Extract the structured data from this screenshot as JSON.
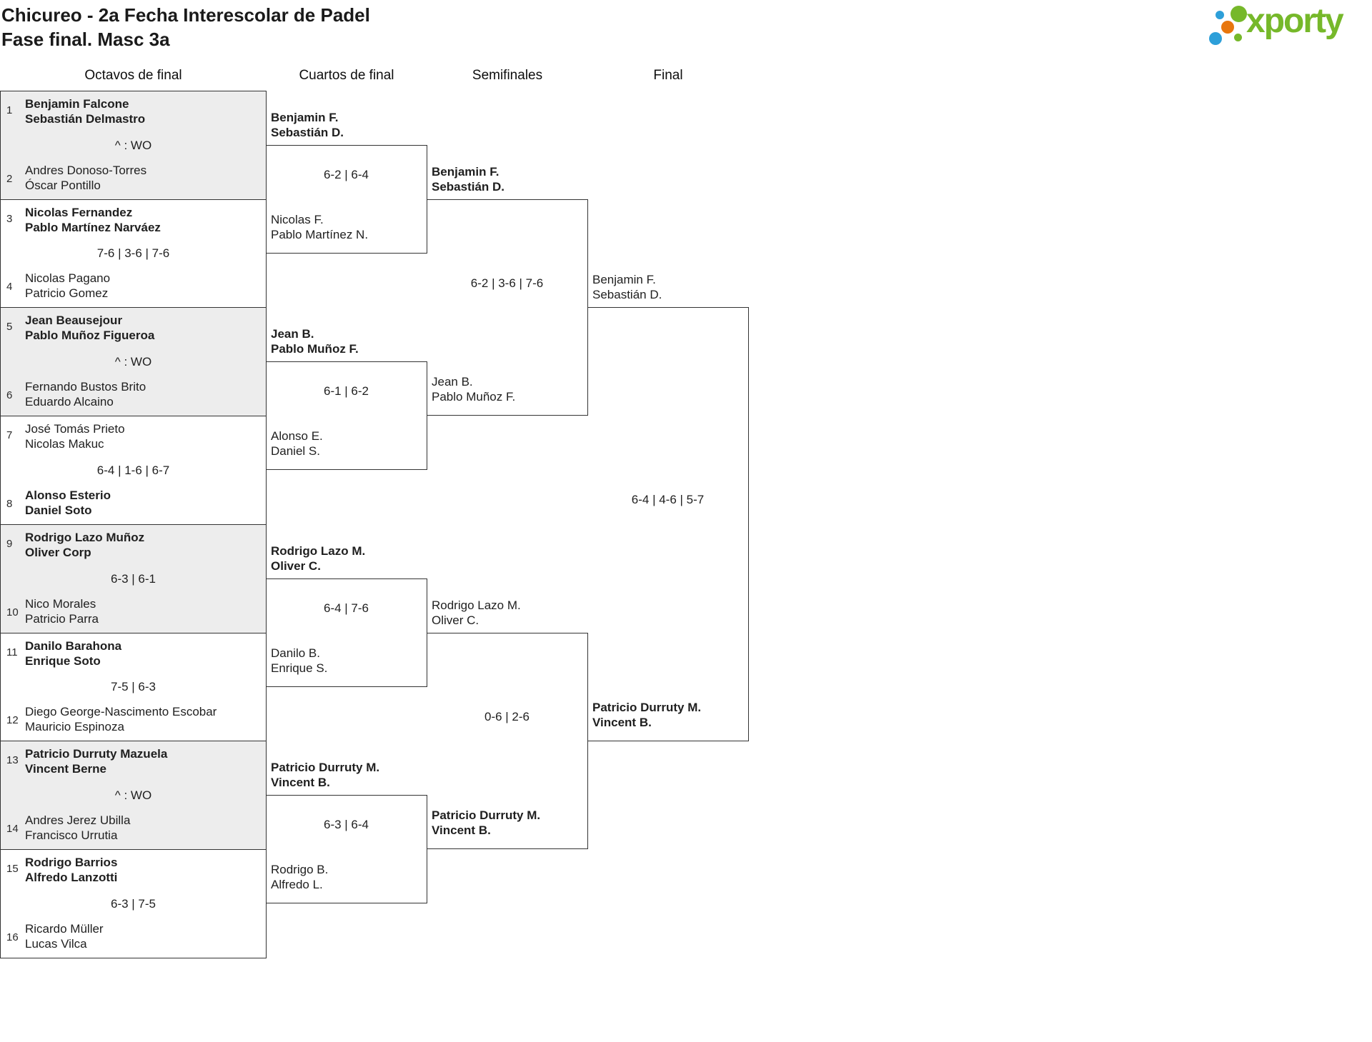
{
  "page_title": {
    "line1": "Chicureo - 2a Fecha Interescolar de Padel",
    "line2": "Fase final. Masc 3a"
  },
  "logo": {
    "text": "xporty",
    "colors": {
      "green": "#76b82a",
      "blue": "#2d9fd9",
      "orange": "#e8760d"
    }
  },
  "round_headers": [
    "Octavos de final",
    "Cuartos de final",
    "Semifinales",
    "Final"
  ],
  "octavos": [
    {
      "seed1": "1",
      "team1": "Benjamin Falcone\nSebastián Delmastro",
      "winner1": true,
      "score": "^ : WO",
      "seed2": "2",
      "team2": "Andres Donoso-Torres\nÓscar Pontillo",
      "winner2": false
    },
    {
      "seed1": "3",
      "team1": "Nicolas Fernandez\nPablo Martínez Narváez",
      "winner1": true,
      "score": "7-6 | 3-6 | 7-6",
      "seed2": "4",
      "team2": "Nicolas Pagano\nPatricio Gomez",
      "winner2": false
    },
    {
      "seed1": "5",
      "team1": "Jean Beausejour\nPablo Muñoz Figueroa",
      "winner1": true,
      "score": "^ : WO",
      "seed2": "6",
      "team2": "Fernando Bustos Brito\nEduardo Alcaino",
      "winner2": false
    },
    {
      "seed1": "7",
      "team1": "José Tomás Prieto\nNicolas Makuc",
      "winner1": false,
      "score": "6-4 | 1-6 | 6-7",
      "seed2": "8",
      "team2": "Alonso Esterio\nDaniel Soto",
      "winner2": true
    },
    {
      "seed1": "9",
      "team1": "Rodrigo Lazo Muñoz\nOliver Corp",
      "winner1": true,
      "score": "6-3 | 6-1",
      "seed2": "10",
      "team2": "Nico Morales\nPatricio Parra",
      "winner2": false
    },
    {
      "seed1": "11",
      "team1": "Danilo Barahona\nEnrique Soto",
      "winner1": true,
      "score": "7-5 | 6-3",
      "seed2": "12",
      "team2": "Diego George-Nascimento Escobar\nMauricio Espinoza",
      "winner2": false
    },
    {
      "seed1": "13",
      "team1": "Patricio Durruty Mazuela\nVincent Berne",
      "winner1": true,
      "score": "^ : WO",
      "seed2": "14",
      "team2": "Andres Jerez Ubilla\nFrancisco Urrutia",
      "winner2": false
    },
    {
      "seed1": "15",
      "team1": "Rodrigo Barrios\nAlfredo Lanzotti",
      "winner1": true,
      "score": "6-3 | 7-5",
      "seed2": "16",
      "team2": "Ricardo Müller\nLucas Vilca",
      "winner2": false
    }
  ],
  "cuartos": [
    {
      "team1": "Benjamin F.\nSebastián D.",
      "winner1": true,
      "score": "6-2 | 6-4",
      "team2": "Nicolas F.\nPablo Martínez N.",
      "winner2": false
    },
    {
      "team1": "Jean B.\nPablo Muñoz F.",
      "winner1": true,
      "score": "6-1 | 6-2",
      "team2": "Alonso E.\nDaniel S.",
      "winner2": false
    },
    {
      "team1": "Rodrigo Lazo M.\nOliver C.",
      "winner1": true,
      "score": "6-4 | 7-6",
      "team2": "Danilo B.\nEnrique S.",
      "winner2": false
    },
    {
      "team1": "Patricio Durruty M.\nVincent B.",
      "winner1": true,
      "score": "6-3 | 6-4",
      "team2": "Rodrigo B.\nAlfredo L.",
      "winner2": false
    }
  ],
  "semifinales": [
    {
      "team1": "Benjamin F.\nSebastián D.",
      "winner1": true,
      "score": "6-2 | 3-6 | 7-6",
      "team2": "Jean B.\nPablo Muñoz F.",
      "winner2": false
    },
    {
      "team1": "Rodrigo Lazo M.\nOliver C.",
      "winner1": false,
      "score": "0-6 | 2-6",
      "team2": "Patricio Durruty M.\nVincent B.",
      "winner2": true
    }
  ],
  "final": {
    "team1": "Benjamin F.\nSebastián D.",
    "winner1": false,
    "score": "6-4 | 4-6 | 5-7",
    "team2": "Patricio Durruty M.\nVincent B.",
    "winner2": true
  }
}
